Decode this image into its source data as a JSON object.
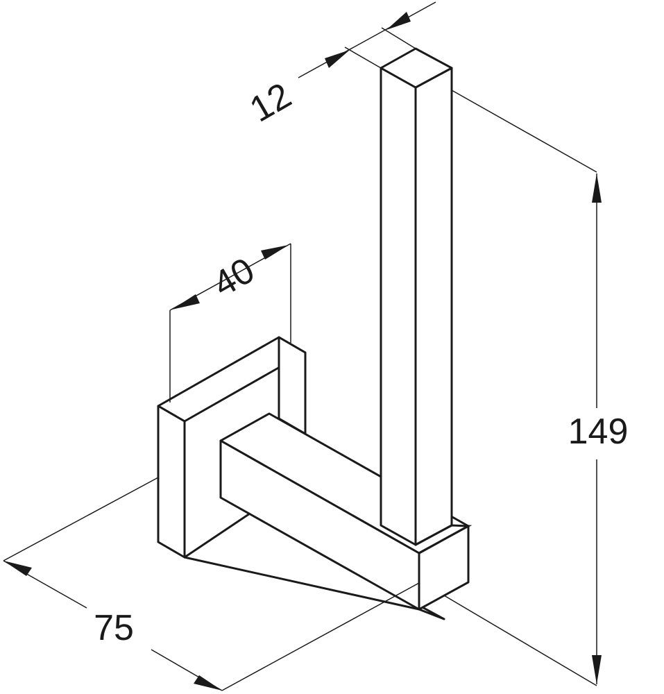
{
  "drawing": {
    "colors": {
      "line": "#1a1a1a",
      "background": "#ffffff"
    },
    "dimensions": {
      "post_width": "12",
      "base_plate_width": "40",
      "height": "149",
      "depth": "75"
    }
  }
}
